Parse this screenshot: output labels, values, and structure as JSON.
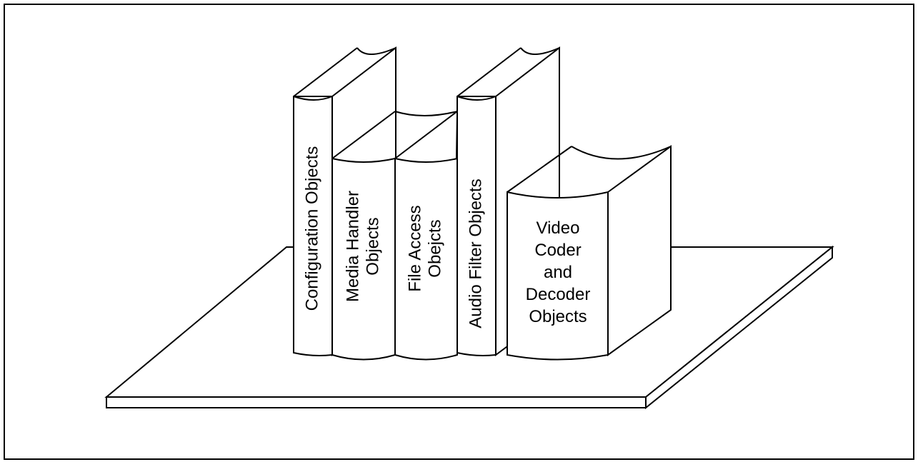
{
  "books": [
    {
      "id": "configuration",
      "lines": [
        "Configuration Objects"
      ]
    },
    {
      "id": "media-handler",
      "lines": [
        "Media Handler",
        "Objects"
      ]
    },
    {
      "id": "file-access",
      "lines": [
        "File Access",
        "Obejcts"
      ]
    },
    {
      "id": "audio-filter",
      "lines": [
        "Audio Filter Objects"
      ]
    },
    {
      "id": "video-coder",
      "lines": [
        "Video",
        "Coder",
        "and",
        "Decoder",
        "Objects"
      ]
    }
  ]
}
